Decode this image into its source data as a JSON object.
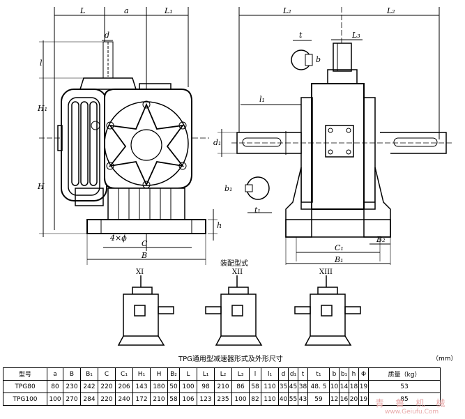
{
  "dims_left": {
    "L": "L",
    "a": "a",
    "L1": "L₁",
    "d": "d",
    "l": "l",
    "H1": "H₁",
    "H": "H",
    "h": "h",
    "C": "C",
    "B": "B",
    "phi": "4×ϕ"
  },
  "dims_right": {
    "L2a": "L₂",
    "L2b": "L₂",
    "t": "t",
    "L3": "L₃",
    "b": "b",
    "l1": "l₁",
    "d1": "d₁",
    "b1": "b₁",
    "t1": "t₁",
    "C1": "C₁",
    "B2": "B₂",
    "B1": "B₁"
  },
  "assembly": {
    "title": "装配型式",
    "forms": [
      "XI",
      "XII",
      "XIII"
    ]
  },
  "caption": "TPG通用型减速器形式及外形尺寸",
  "unit": "（mm）",
  "table": {
    "headers": [
      "型号",
      "a",
      "B",
      "B₁",
      "C",
      "C₁",
      "H₁",
      "H",
      "B₂",
      "L",
      "L₁",
      "L₂",
      "L₃",
      "l",
      "l₁",
      "d",
      "d₁",
      "t",
      "t₁",
      "b",
      "b₁",
      "h",
      "Φ",
      "质量（kg）"
    ],
    "rows": [
      [
        "TPG80",
        "80",
        "230",
        "242",
        "220",
        "206",
        "143",
        "180",
        "50",
        "100",
        "98",
        "210",
        "86",
        "58",
        "110",
        "35",
        "45",
        "38",
        "48. 5",
        "10",
        "14",
        "18",
        "19",
        "53"
      ],
      [
        "TPG100",
        "100",
        "270",
        "284",
        "220",
        "240",
        "172",
        "210",
        "58",
        "106",
        "123",
        "235",
        "100",
        "82",
        "110",
        "40",
        "55",
        "43",
        "59",
        "12",
        "16",
        "20",
        "19",
        "85"
      ]
    ]
  },
  "watermark": {
    "text": "青 鲁 机 械",
    "url": "www.Geiufu.Com"
  }
}
